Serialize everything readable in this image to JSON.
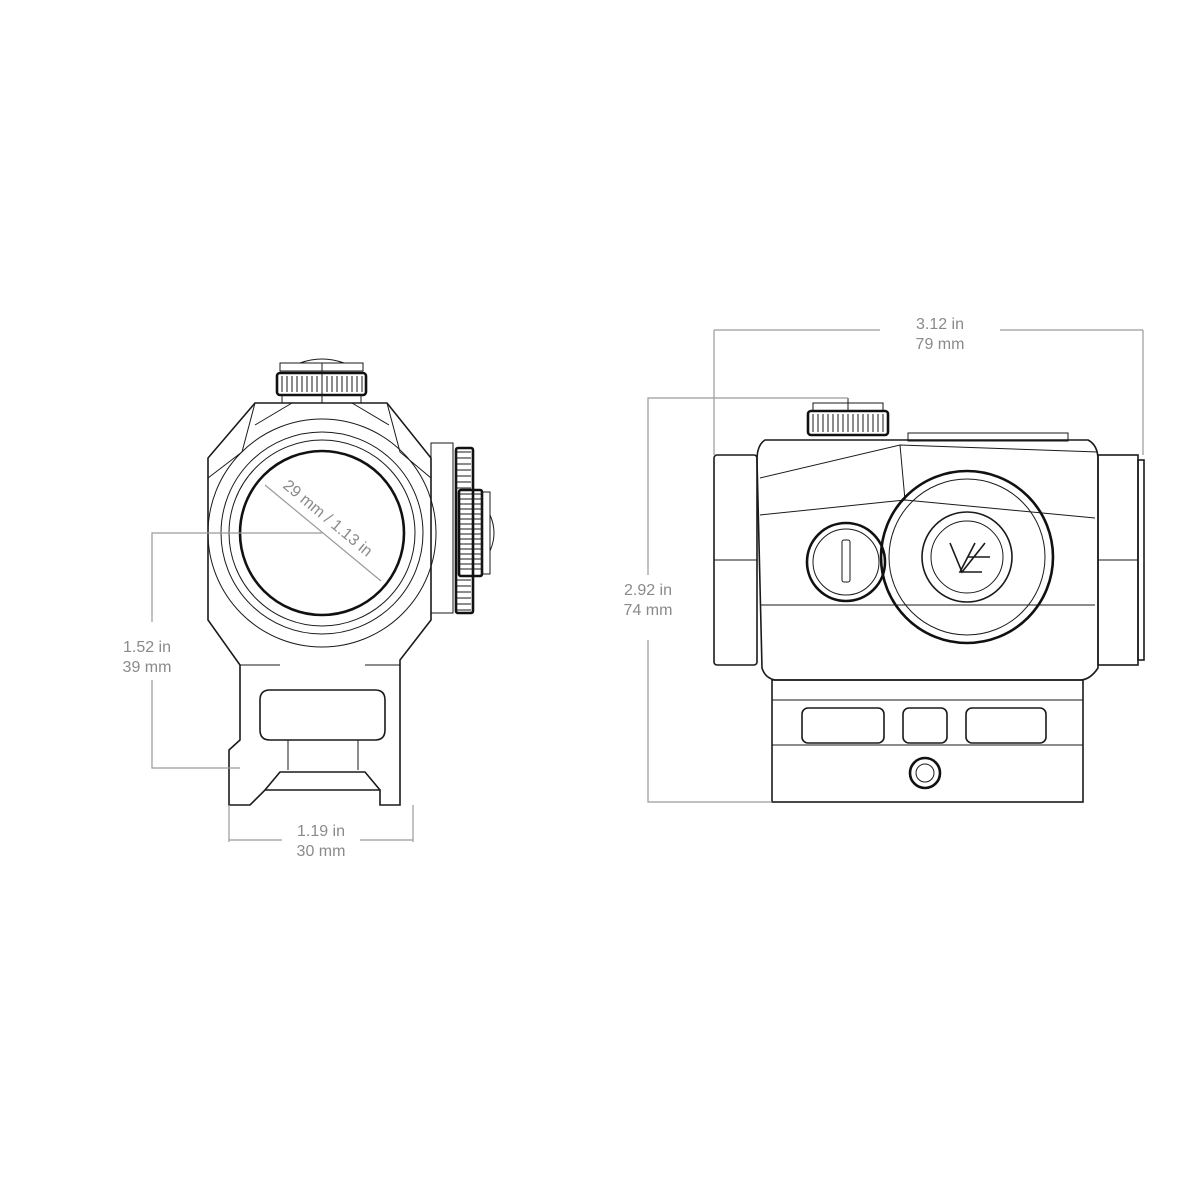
{
  "front_view": {
    "lens_diameter": "29 mm / 1.13 in",
    "height_in": "1.52 in",
    "height_mm": "39 mm",
    "width_in": "1.19 in",
    "width_mm": "30 mm"
  },
  "side_view": {
    "length_in": "3.12 in",
    "length_mm": "79 mm",
    "height_in": "2.92 in",
    "height_mm": "74 mm"
  },
  "colors": {
    "line": "#1a1a1a",
    "dimension": "#8a8a8a",
    "background": "#ffffff"
  }
}
